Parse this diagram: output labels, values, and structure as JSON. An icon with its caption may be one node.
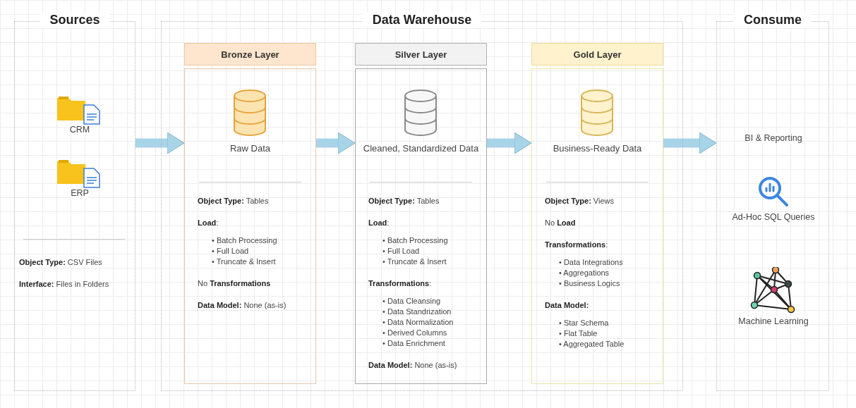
{
  "diagram": {
    "nodes": [
      {
        "text": [
          "Sources",
          "**Object Type:** CSV Files",
          "**Interface:** Files in Folders"
        ]
      },
      {
        "text": [
          "CRM"
        ],
        "in": 0
      },
      {
        "text": [
          "ERP"
        ],
        "in": 0
      },
      {
        "text": [
          "Data Warehouse"
        ]
      },
      {
        "text": [
          "Bronze Layer"
        ],
        "in": 3
      },
      {
        "text": [
          "Raw Data",
          "**Object Type:** Tables",
          "**Load**:",
          "• Batch Processing",
          "• Full Load",
          "• Truncate & Insert",
          "No **Transformations**",
          "**Data Model:** None (as-is)"
        ],
        "in": 3
      },
      {
        "text": [
          "Silver Layer"
        ],
        "in": 3
      },
      {
        "text": [
          "Cleaned, Standardized Data",
          "**Object Type:** Tables",
          "**Load**:",
          "• Batch Processing",
          "• Full Load",
          "• Truncate & Insert",
          "**Transformations**:",
          "• Data Cleansing",
          "• Data Standrization",
          "• Data Normalization",
          "• Derived Columns",
          "• Data Enrichment",
          "**Data Model:** None (as-is)"
        ],
        "in": 3
      },
      {
        "text": [
          "Gold Layer"
        ],
        "in": 3
      },
      {
        "text": [
          "Business-Ready Data",
          "**Object Type:** Views",
          "No **Load**",
          "**Transformations**:",
          "• Data Integrations",
          "• Aggregations",
          "• Business Logics",
          "**Data Model:**",
          "• Star Schema",
          "• Flat Table",
          "• Aggregated Table"
        ],
        "in": 3
      },
      {
        "text": [
          "Consume"
        ]
      },
      {
        "text": [
          "BI & Reporting"
        ],
        "in": 10
      },
      {
        "text": [
          "Ad-Hoc SQL Queries"
        ],
        "in": 10
      },
      {
        "text": [
          "Machine Learning"
        ],
        "in": 10
      }
    ],
    "edges": [
      {
        "from": 0,
        "to": 5,
        "arrow": "to"
      },
      {
        "from": 5,
        "to": 7,
        "arrow": "to"
      },
      {
        "from": 7,
        "to": 9,
        "arrow": "to"
      },
      {
        "from": 9,
        "to": 10,
        "arrow": "to"
      }
    ]
  }
}
